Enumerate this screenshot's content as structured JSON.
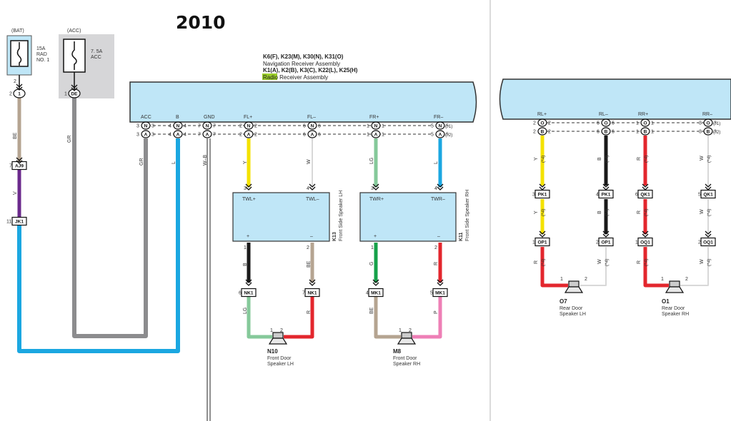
{
  "year_label": "2010",
  "fuses": [
    {
      "circuit": "(BAT)",
      "name": "15A\nRAD\nNO. 1"
    },
    {
      "circuit": "(ACC)",
      "name": "7. 5A\nACC"
    }
  ],
  "receiver": {
    "line1": "K6(F), K23(M), K30(N), K31(O)",
    "line2": "Navigation Receiver Assembly",
    "line3": "K1(A), K2(B), K3(C), K22(L), K25(H)",
    "line4_highlight": "Radio",
    "line4_rest": " Receiver Assembly",
    "terminals_left": [
      "ACC",
      "B",
      "GND",
      "FL+",
      "FL–",
      "FR+",
      "FR–"
    ],
    "terminals_right": [
      "RL+",
      "RL–",
      "RR+",
      "RR–"
    ],
    "notes": [
      "(*1)",
      "(*2)",
      "(*4)"
    ]
  },
  "connectors": {
    "c1": "1",
    "de": "DE",
    "aj9": "AJ9",
    "jk1": "JK1",
    "nk1": "NK1",
    "mk1": "MK1",
    "pk1": "PK1",
    "qk1": "QK1",
    "op1": "OP1",
    "oq1": "OQ1",
    "n": "N",
    "a": "A",
    "o": "O",
    "b": "B"
  },
  "wire_colors": {
    "be": "BE",
    "gr": "GR",
    "v": "V",
    "l": "L",
    "wb": "W–B",
    "y": "Y",
    "w": "W",
    "lg": "LG",
    "b": "B",
    "g": "G",
    "r": "R",
    "p": "P"
  },
  "tweeters": [
    {
      "id": "K13",
      "desc": "Front Side Speaker LH",
      "pos": "TWL+",
      "neg": "TWL–"
    },
    {
      "id": "K11",
      "desc": "Front Side Speaker RH",
      "pos": "TWR+",
      "neg": "TWR–"
    }
  ],
  "speakers": [
    {
      "id": "N10",
      "desc1": "Front Door",
      "desc2": "Speaker LH"
    },
    {
      "id": "M8",
      "desc1": "Front Door",
      "desc2": "Speaker RH"
    },
    {
      "id": "O7",
      "desc1": "Rear Door",
      "desc2": "Speaker LH"
    },
    {
      "id": "O1",
      "desc1": "Rear Door",
      "desc2": "Speaker RH"
    }
  ],
  "colors": {
    "box_fill": "#bfe6f7",
    "gray_wire": "#8c8c8e",
    "blue_wire": "#1ba7e1",
    "beige_wire": "#b5a491",
    "violet_wire": "#6b2a8c",
    "yellow_wire": "#f4e200",
    "lightgreen_wire": "#85c99a",
    "green_wire": "#15a14a",
    "red_wire": "#e3262d",
    "pink_wire": "#ee7fb6",
    "black_wire": "#1a1a1a",
    "white_wire": "#d8d8d8",
    "highlight": "#9ccf2a"
  }
}
